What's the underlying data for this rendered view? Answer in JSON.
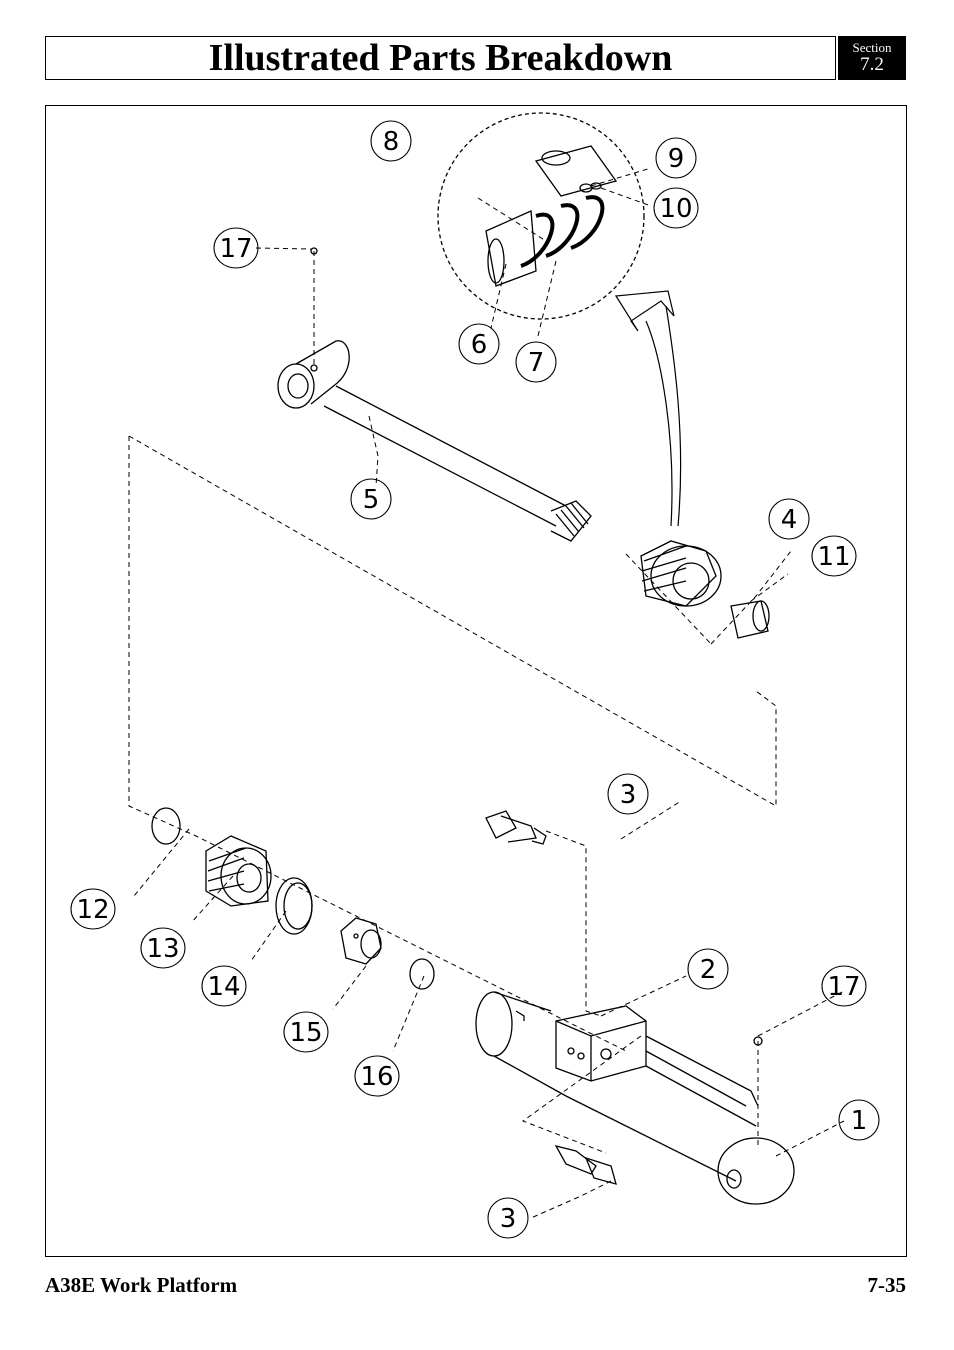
{
  "header": {
    "title": "Illustrated Parts Breakdown",
    "section_label": "Section",
    "section_number": "7.2"
  },
  "callouts": {
    "c1": "1",
    "c2": "2",
    "c3a": "3",
    "c3b": "3",
    "c4": "4",
    "c5": "5",
    "c6": "6",
    "c7": "7",
    "c8": "8",
    "c9": "9",
    "c10": "10",
    "c11": "11",
    "c12": "12",
    "c13": "13",
    "c14": "14",
    "c15": "15",
    "c16": "16",
    "c17a": "17",
    "c17b": "17"
  },
  "footer": {
    "product": "A38E Work Platform",
    "page_number": "7-35"
  }
}
